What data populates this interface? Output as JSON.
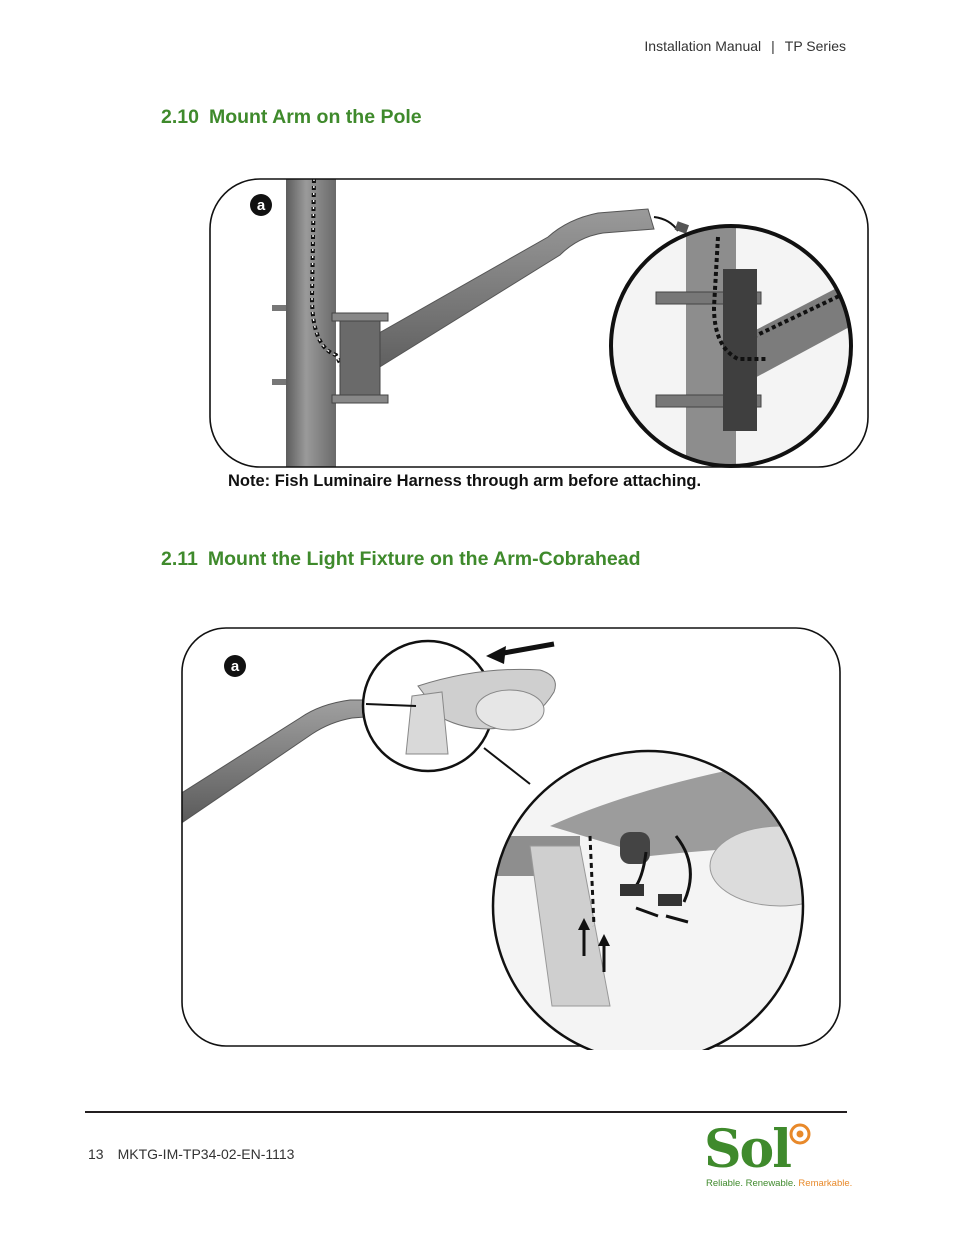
{
  "header": {
    "manual": "Installation Manual",
    "separator": "|",
    "series": "TP Series"
  },
  "section_1": {
    "number": "2.10",
    "title": "Mount Arm on the Pole",
    "figure_label": "a"
  },
  "note": "Note: Fish Luminaire Harness through arm before attaching.",
  "section_2": {
    "number": "2.11",
    "title": "Mount the Light Fixture on the Arm-Cobrahead",
    "figure_label": "a"
  },
  "footer": {
    "page": "13",
    "doc_code": "MKTG-IM-TP34-02-EN-1113"
  },
  "logo": {
    "name": "Sol",
    "registered": "®",
    "tagline_1": "Reliable.",
    "tagline_2": "Renewable.",
    "tagline_3": "Remarkable."
  },
  "colors": {
    "heading_green": "#3f8a2c",
    "logo_orange": "#e8892a",
    "steel_gray": "#7a7a7a"
  }
}
